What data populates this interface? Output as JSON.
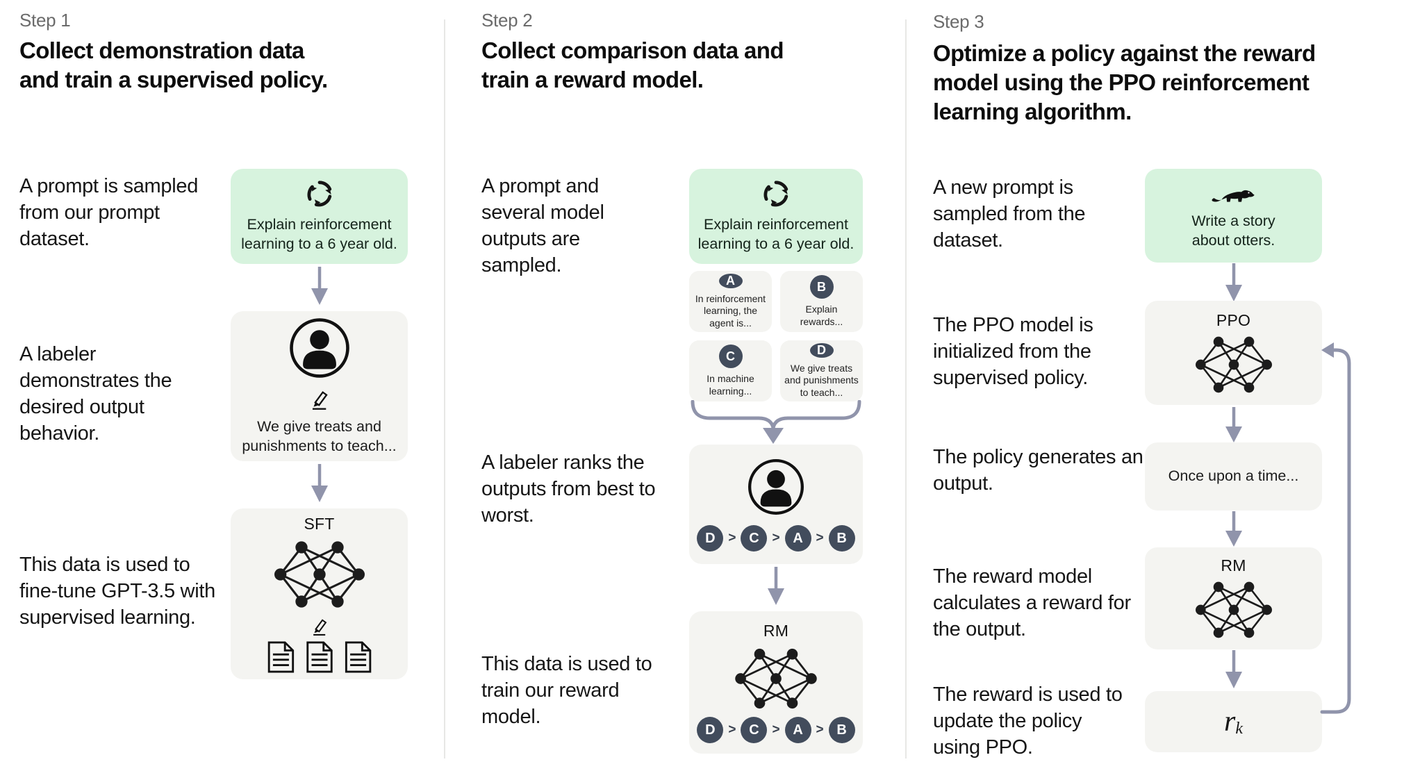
{
  "colors": {
    "prompt_green": "#d7f3de",
    "card_gray": "#f4f4f1",
    "badge_slate": "#424c5c",
    "arrow_lavender_gray": "#9094ab"
  },
  "steps": [
    {
      "label": "Step 1",
      "title": "Collect demonstration data and train a supervised policy.",
      "captions": [
        "A prompt is sampled from our prompt dataset.",
        "A labeler demonstrates the desired output behavior.",
        "This data is used to fine-tune GPT-3.5 with supervised learning."
      ],
      "prompt_text": "Explain reinforcement learning to a 6 year old.",
      "labeler_text": "We give treats and punishments to teach...",
      "model_label": "SFT"
    },
    {
      "label": "Step 2",
      "title": "Collect comparison data and train a reward model.",
      "captions": [
        "A prompt and several model outputs are sampled.",
        "A labeler ranks the outputs from best to worst.",
        "This data is used to train our reward model."
      ],
      "prompt_text": "Explain reinforcement learning to a 6 year old.",
      "outputs": [
        {
          "badge": "A",
          "text": "In reinforcement learning, the agent is..."
        },
        {
          "badge": "B",
          "text": "Explain rewards..."
        },
        {
          "badge": "C",
          "text": "In machine learning..."
        },
        {
          "badge": "D",
          "text": "We give treats and punishments to teach..."
        }
      ],
      "ranking": {
        "items": [
          "D",
          "C",
          "A",
          "B"
        ],
        "separator": ">"
      },
      "model_label": "RM"
    },
    {
      "label": "Step 3",
      "title": "Optimize a policy against the reward model using the PPO reinforcement learning algorithm.",
      "captions": [
        "A new prompt is sampled from the dataset.",
        "The PPO model is initialized from the supervised policy.",
        "The policy generates an output.",
        "The reward model calculates a reward for the output.",
        "The reward is used to update the policy using PPO."
      ],
      "prompt_text": "Write a story about otters.",
      "policy_label": "PPO",
      "output_text": "Once upon a time...",
      "model_label": "RM",
      "reward": {
        "base": "r",
        "subscript": "k"
      }
    }
  ]
}
